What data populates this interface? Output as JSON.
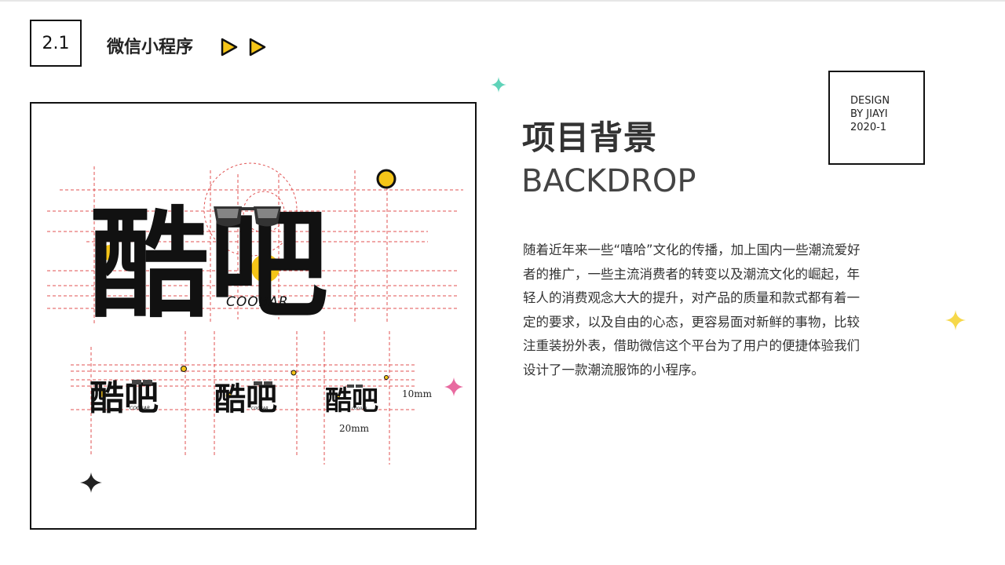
{
  "header": {
    "section_number": "2.1",
    "section_title": "微信小程序"
  },
  "design_box": {
    "line1": "DESIGN",
    "line2": "BY JIAYI",
    "line3": "2020-1"
  },
  "content": {
    "title_cn": "项目背景",
    "title_en": "BACKDROP",
    "body": "随着近年来一些“嘻哈”文化的传播，加上国内一些潮流爱好者的推广，一些主流消费者的转变以及潮流文化的崛起，年轻人的消费观念大大的提升，对产品的质量和款式都有着一定的要求，以及自由的心态，更容易面对新鲜的事物，比较注重装扮外表，借助微信这个平台为了用户的便捷体验我们设计了一款潮流服饰的小程序。"
  },
  "logo": {
    "chinese": "酷吧",
    "brand_en": "COOBAR",
    "dim_height": "10mm",
    "dim_width": "20mm"
  },
  "colors": {
    "accent_yellow": "#f5c518",
    "star_teal": "#5fd3b9",
    "star_pink": "#e86aa0",
    "star_yellow": "#f6d84a",
    "guide_red": "#e05050"
  },
  "icons": [
    "play-arrow-icon",
    "sparkle-star-icon"
  ]
}
